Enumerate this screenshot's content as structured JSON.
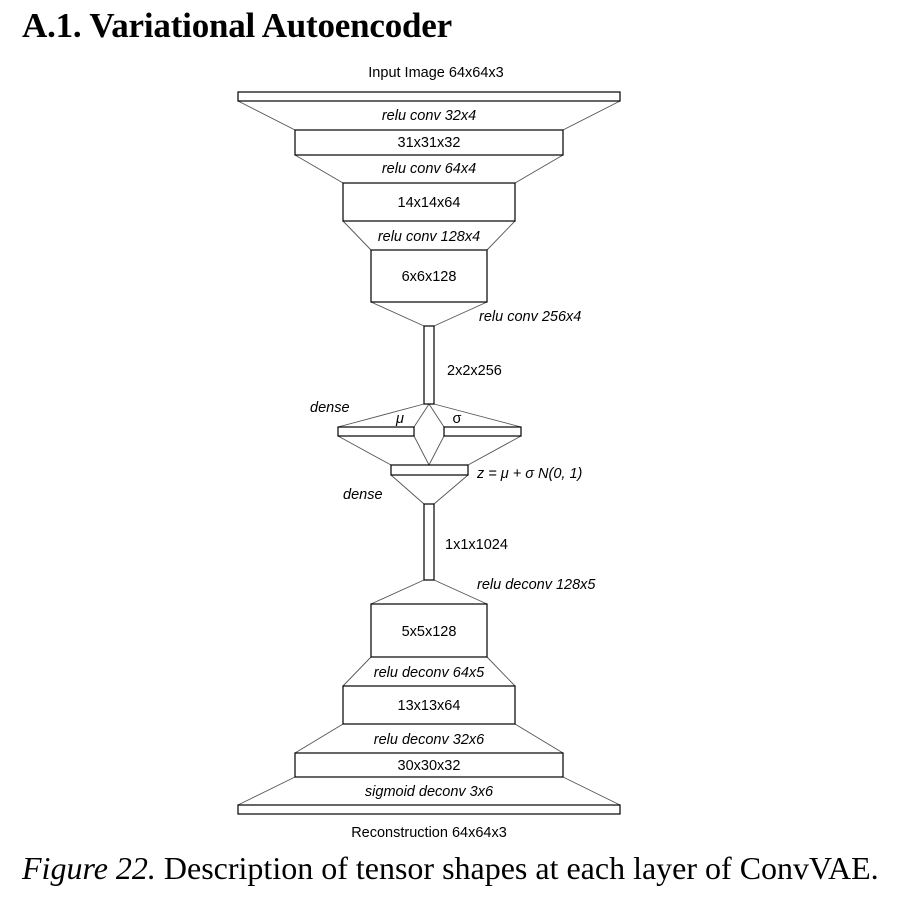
{
  "heading": "A.1. Variational Autoencoder",
  "caption": {
    "figure_label": "Figure 22.",
    "text": " Description of tensor shapes at each layer of ConvVAE."
  },
  "diagram": {
    "input_label": "Input Image 64x64x3",
    "output_label": "Reconstruction 64x64x3",
    "encoder": {
      "conv1_label": "relu conv 32x4",
      "tensor1": "31x31x32",
      "conv2_label": "relu conv 64x4",
      "tensor2": "14x14x64",
      "conv3_label": "relu conv 128x4",
      "tensor3": "6x6x128",
      "conv4_label": "relu conv 256x4",
      "tensor4": "2x2x256"
    },
    "latent": {
      "dense_in_label": "dense",
      "mu_symbol": "μ",
      "sigma_symbol": "σ",
      "z_equation": "z = μ + σ N(0, 1)",
      "dense_out_label": "dense"
    },
    "decoder": {
      "tensor0": "1x1x1024",
      "deconv1_label": "relu deconv 128x5",
      "tensor1": "5x5x128",
      "deconv2_label": "relu deconv 64x5",
      "tensor2": "13x13x64",
      "deconv3_label": "relu deconv 32x6",
      "tensor3": "30x30x32",
      "deconv4_label": "sigmoid deconv 3x6"
    }
  }
}
